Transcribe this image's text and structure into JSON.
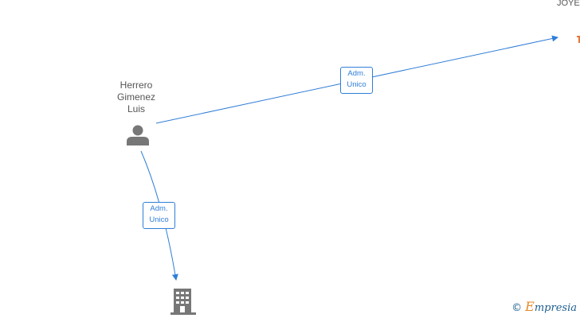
{
  "nodes": {
    "person": {
      "name_lines": [
        "Herrero",
        "Gimenez",
        "Luis"
      ],
      "type": "person"
    },
    "company_top_right": {
      "name_partial": "JOYE",
      "type": "company"
    },
    "company_bottom": {
      "type": "company"
    }
  },
  "edges": [
    {
      "from": "person",
      "to": "company_top_right",
      "label_lines": [
        "Adm.",
        "Unico"
      ]
    },
    {
      "from": "person",
      "to": "company_bottom",
      "label_lines": [
        "Adm.",
        "Unico"
      ]
    }
  ],
  "colors": {
    "edge": "#2f7ed8",
    "node_icon": "#777777",
    "accent": "#e8763a"
  },
  "watermark": {
    "copyright": "©",
    "brand_initial": "E",
    "brand_rest": "mpresia"
  }
}
